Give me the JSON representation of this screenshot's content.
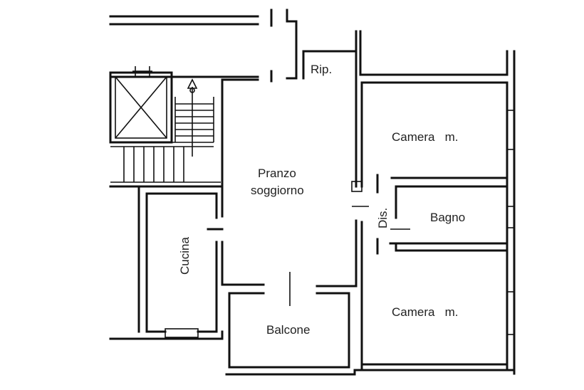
{
  "rooms": {
    "ripostiglio": "Rip.",
    "pranzo_line1": "Pranzo",
    "pranzo_line2": "soggiorno",
    "camera_top": "Camera   m.",
    "bagno": "Bagno",
    "disimpegno": "Dis.",
    "cucina": "Cucina",
    "balcone": "Balcone",
    "camera_bottom": "Camera   m."
  }
}
